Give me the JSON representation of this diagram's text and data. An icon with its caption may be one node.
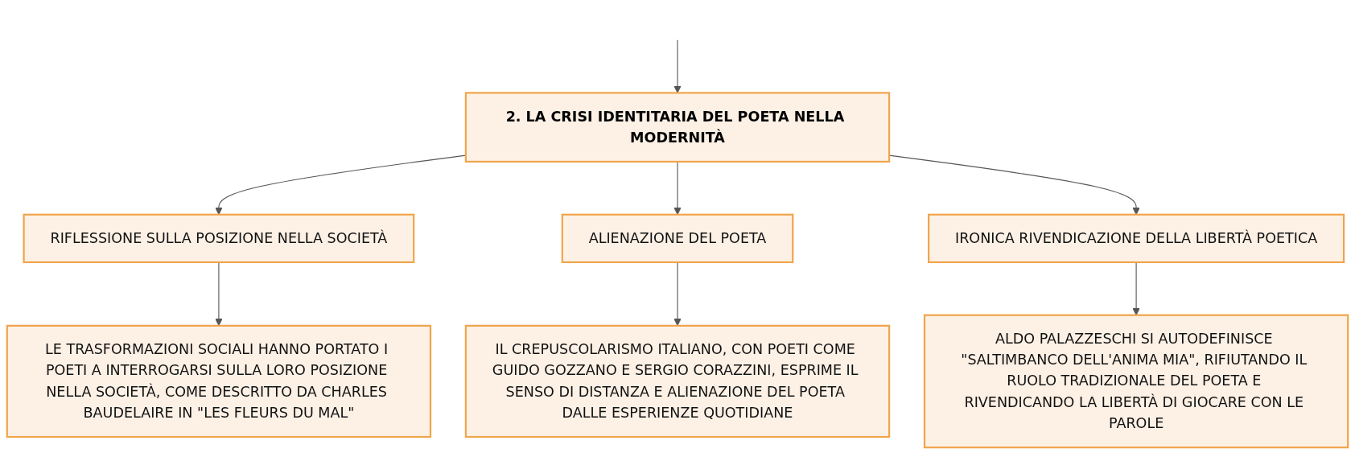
{
  "diagram": {
    "nodes": [
      {
        "text": [
          "2. LA CRISI IDENTITARIA DEL POETA NELLA MODERNITÀ"
        ]
      },
      {
        "text": [
          "RIFLESSIONE SULLA POSIZIONE NELLA SOCIETÀ"
        ]
      },
      {
        "text": [
          "ALIENAZIONE DEL POETA"
        ]
      },
      {
        "text": [
          "IRONICA RIVENDICAZIONE DELLA LIBERTÀ POETICA"
        ]
      },
      {
        "text": [
          "LE TRASFORMAZIONI SOCIALI HANNO PORTATO I POETI A INTERROGARSI SULLA LORO POSIZIONE NELLA SOCIETÀ, COME DESCRITTO DA CHARLES BAUDELAIRE IN \"LES FLEURS DU MAL\""
        ]
      },
      {
        "text": [
          "IL CREPUSCOLARISMO ITALIANO, CON POETI COME GUIDO GOZZANO E SERGIO CORAZZINI, ESPRIME IL SENSO DI DISTANZA E ALIENAZIONE DEL POETA DALLE ESPERIENZE QUOTIDIANE"
        ]
      },
      {
        "text": [
          "ALDO PALAZZESCHI SI AUTODEFINISCE \"SALTIMBANCO DELL'ANIMA MIA\", RIFIUTANDO IL RUOLO TRADIZIONALE DEL POETA E RIVENDICANDO LA LIBERTÀ DI GIOCARE CON LE PAROLE"
        ]
      }
    ],
    "edges": [
      {
        "from": null,
        "to": 0,
        "arrow": "to"
      },
      {
        "from": 0,
        "to": 1,
        "arrow": "to"
      },
      {
        "from": 0,
        "to": 2,
        "arrow": "to"
      },
      {
        "from": 0,
        "to": 3,
        "arrow": "to"
      },
      {
        "from": 1,
        "to": 4,
        "arrow": "to"
      },
      {
        "from": 2,
        "to": 5,
        "arrow": "to"
      },
      {
        "from": 3,
        "to": 6,
        "arrow": "to"
      }
    ]
  }
}
